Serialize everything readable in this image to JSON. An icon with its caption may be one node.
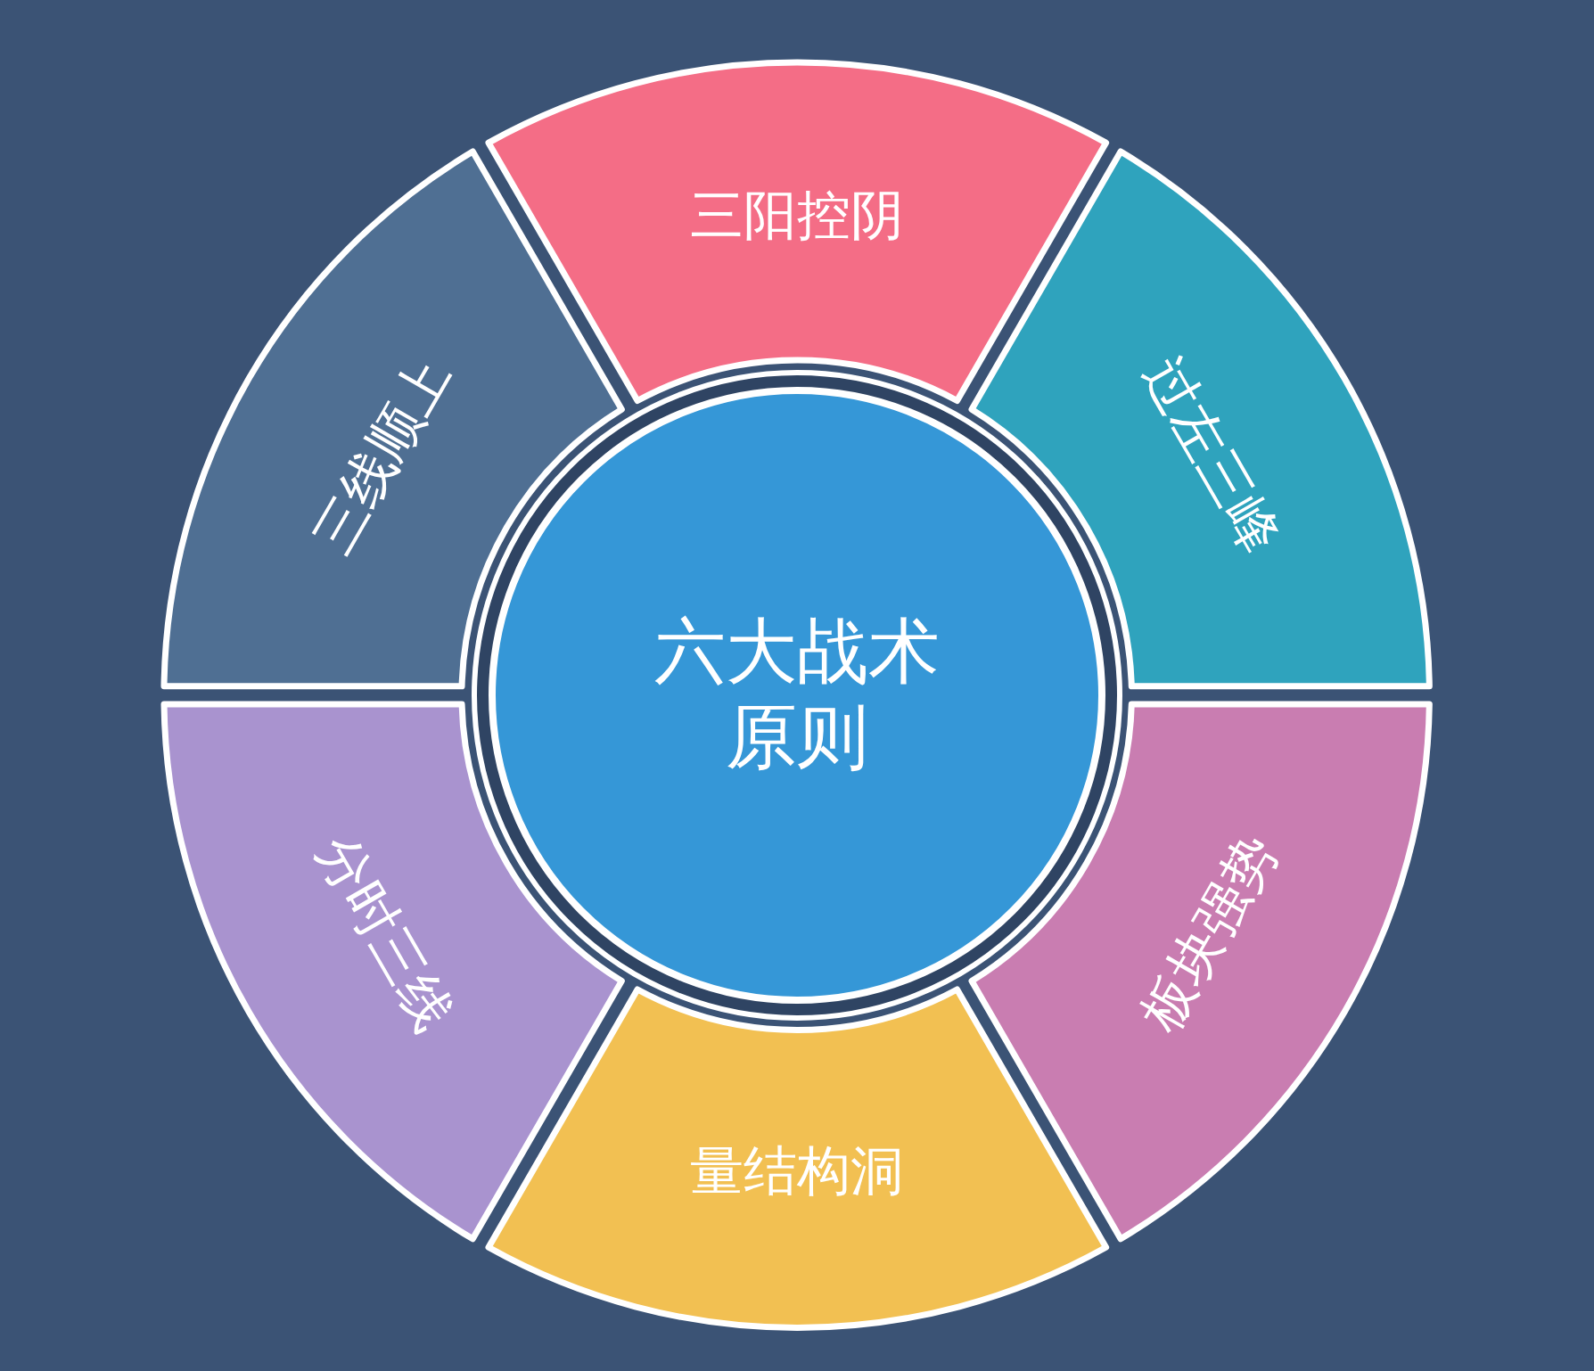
{
  "diagram": {
    "nodes": [
      {
        "text": [
          "六大战术原则"
        ]
      },
      {
        "text": [
          "三阳控阴"
        ]
      },
      {
        "text": [
          "过左三峰"
        ]
      },
      {
        "text": [
          "板块强势"
        ]
      },
      {
        "text": [
          "量结构洞"
        ]
      },
      {
        "text": [
          "分时三线"
        ]
      },
      {
        "text": [
          "三线顺上"
        ]
      }
    ]
  }
}
